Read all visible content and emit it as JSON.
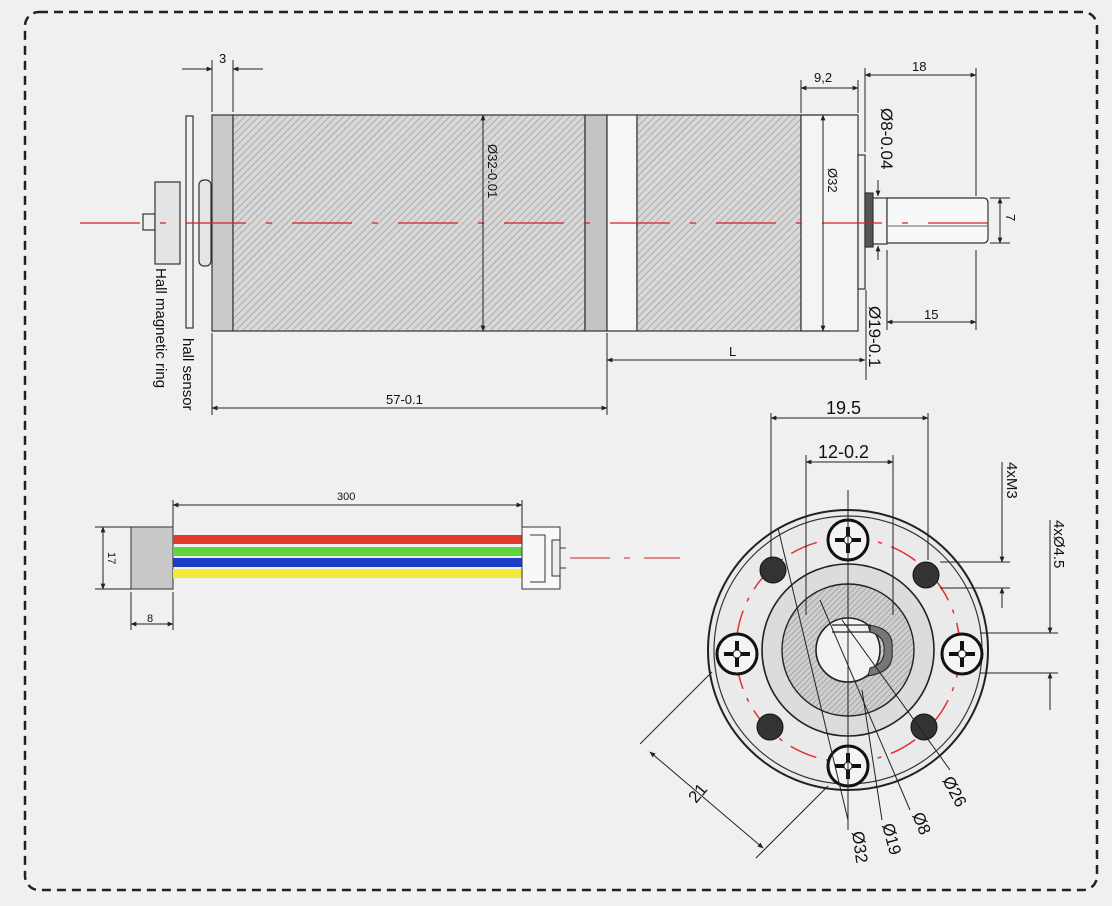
{
  "labels": {
    "dim_3": "3",
    "dim_9_2": "9,2",
    "dim_18": "18",
    "dim_d8": "Ø8-0.04",
    "dim_7": "7",
    "dim_d32_body": "Ø32-0.01",
    "dim_d32_gear": "Ø32",
    "dim_15": "15",
    "dim_d19": "Ø19-0.1",
    "dim_L": "L",
    "dim_57": "57-0.1",
    "hall_magnetic_ring": "Hall magnetic ring",
    "hall_sensor": "hall sensor",
    "dim_300": "300",
    "dim_17": "17",
    "dim_8": "8",
    "dim_19_5": "19.5",
    "dim_12": "12-0.2",
    "dim_4xM3": "4xM3",
    "dim_4xd4_5": "4xØ4.5",
    "dim_21": "21",
    "dim_d26": "Ø26",
    "dim_d8_face": "Ø8",
    "dim_d19_face": "Ø19",
    "dim_d32_face": "Ø32"
  },
  "wire_colors": [
    "#e03a2a",
    "#5cd63a",
    "#1a3fc4",
    "#f2ea3a"
  ],
  "colors": {
    "centerline": "#d62020",
    "bolt_circle": "#e03030",
    "line": "#222222"
  }
}
